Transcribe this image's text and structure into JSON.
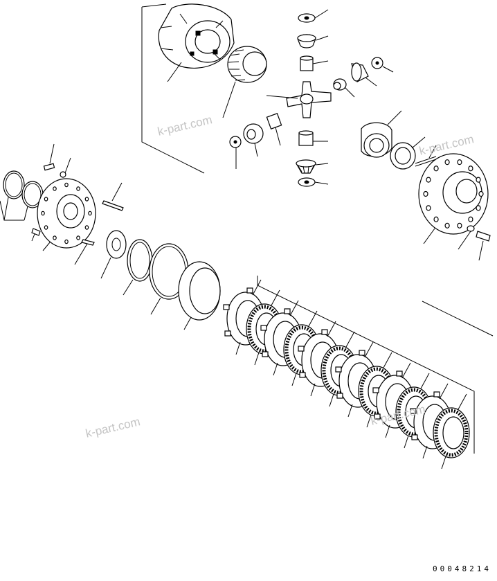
{
  "drawing": {
    "title": "",
    "figure_code": "00048214"
  },
  "watermarks": [
    "k-part.com",
    "k-part.com",
    "k-part.com",
    "k-part.com"
  ],
  "colors": {
    "line": "#000000",
    "background": "#ffffff",
    "watermark": "#c4c4c4"
  }
}
